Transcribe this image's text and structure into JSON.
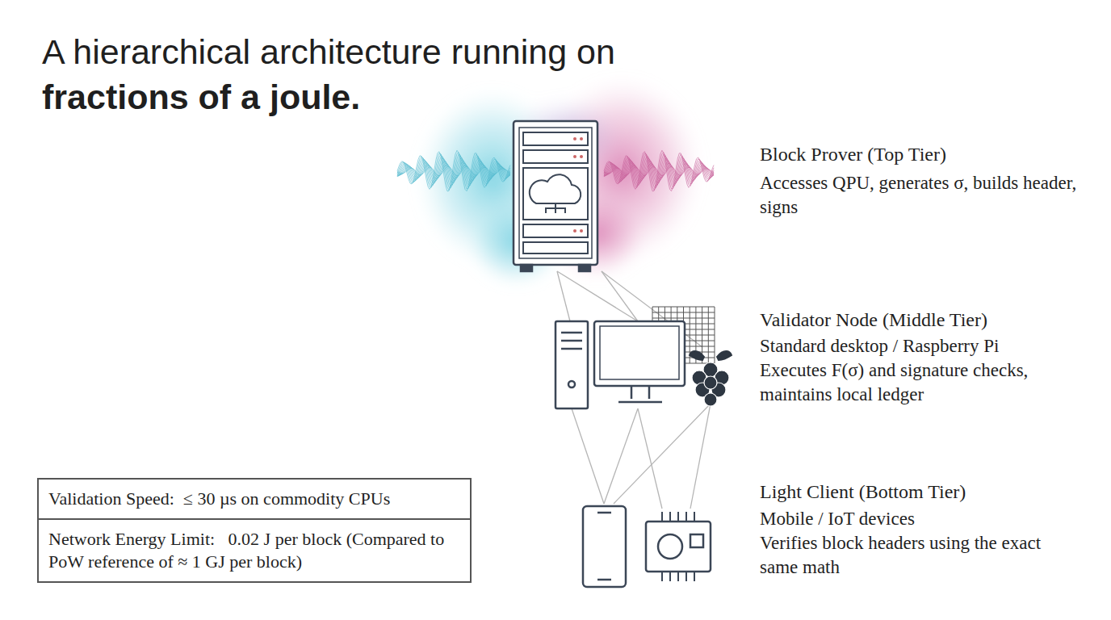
{
  "diagram": {
    "title": "A hierarchical architecture running on",
    "nodes": [
      {
        "text": [
          "Validation Speed:  ≤ 30 µs on commodity CPUs",
          "Network Energy Limit:   0.02 J per block (Compared to PoW reference of ≈ 1 GJ per block)"
        ]
      }
    ],
    "labels": [
      "fractions of a joule.",
      "Block Prover (Top Tier)",
      "Accesses QPU, generates σ, builds header, signs",
      "Validator Node (Middle Tier)",
      "Standard desktop / Raspberry Pi",
      "Executes F(σ) and signature checks, maintains local ledger",
      "Light Client (Bottom Tier)",
      "Mobile / IoT devices",
      "Verifies block headers using the exact same math"
    ]
  }
}
